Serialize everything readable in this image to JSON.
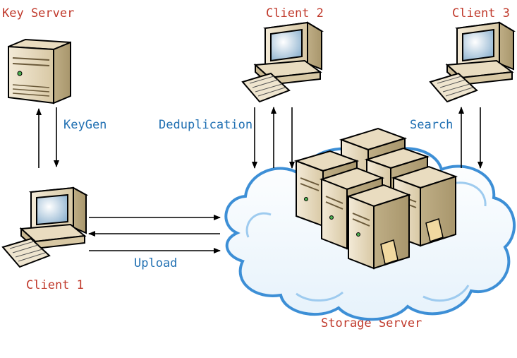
{
  "nodes": {
    "key_server": "Key Server",
    "client_1": "Client 1",
    "client_2": "Client 2",
    "client_3": "Client 3",
    "storage_server": "Storage Server"
  },
  "edges": {
    "keygen": "KeyGen",
    "deduplication": "Deduplication",
    "upload": "Upload",
    "search": "Search"
  },
  "colors": {
    "node_label": "#c0392b",
    "edge_label": "#1f6fb2",
    "cloud_stroke": "#3d8fd6"
  }
}
